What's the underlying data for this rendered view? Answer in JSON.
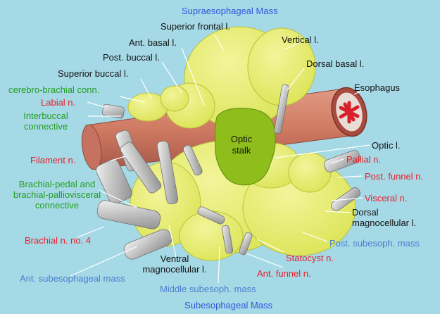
{
  "colors": {
    "background": "#a6d9e6",
    "brain": "#e3ec66",
    "optic_stalk": "#8fbe1c",
    "esophagus": "#d7826b",
    "nerves": "#c8c8c8",
    "black_label": "#111111",
    "red_label": "#e8202a",
    "green_label": "#22a022",
    "blue_label": "#3355dd",
    "light_blue_label": "#4a7fd0"
  },
  "labels": {
    "supraesophageal_mass": "Supraesophageal Mass",
    "subesophageal_mass": "Subesophageal Mass",
    "superior_frontal": "Superior frontal l.",
    "ant_basal": "Ant. basal l.",
    "vertical": "Vertical l.",
    "post_buccal": "Post. buccal l.",
    "dorsal_basal": "Dorsal basal l.",
    "superior_buccal": "Superior buccal l.",
    "cerebro_brachial": "cerebro-brachial conn.",
    "esophagus": "Esophagus",
    "labial_n": "Labial n.",
    "interbuccal_1": "Interbuccal",
    "interbuccal_2": "connective",
    "optic_stalk_1": "Optic",
    "optic_stalk_2": "stalk",
    "filament_n": "Filament n.",
    "optic_l": "Optic l.",
    "pallial_n": "Pallial n.",
    "brachial_pedal_1": "Brachial-pedal and",
    "brachial_pedal_2": "brachial-palliovisceral",
    "brachial_pedal_3": "connective",
    "post_funnel_n": "Post. funnel n.",
    "visceral_n": "Visceral n.",
    "dorsal_magno_1": "Dorsal",
    "dorsal_magno_2": "magnocellular l.",
    "brachial_n4": "Brachial n. no. 4",
    "post_subesoph": "Post. subesoph. mass",
    "statocyst_n": "Statocyst n.",
    "ventral_magno_1": "Ventral",
    "ventral_magno_2": "magnocellular l.",
    "ant_funnel_n": "Ant. funnel n.",
    "ant_subesoph": "Ant. subesophageal mass",
    "middle_subesoph": "Middle subesoph. mass"
  }
}
